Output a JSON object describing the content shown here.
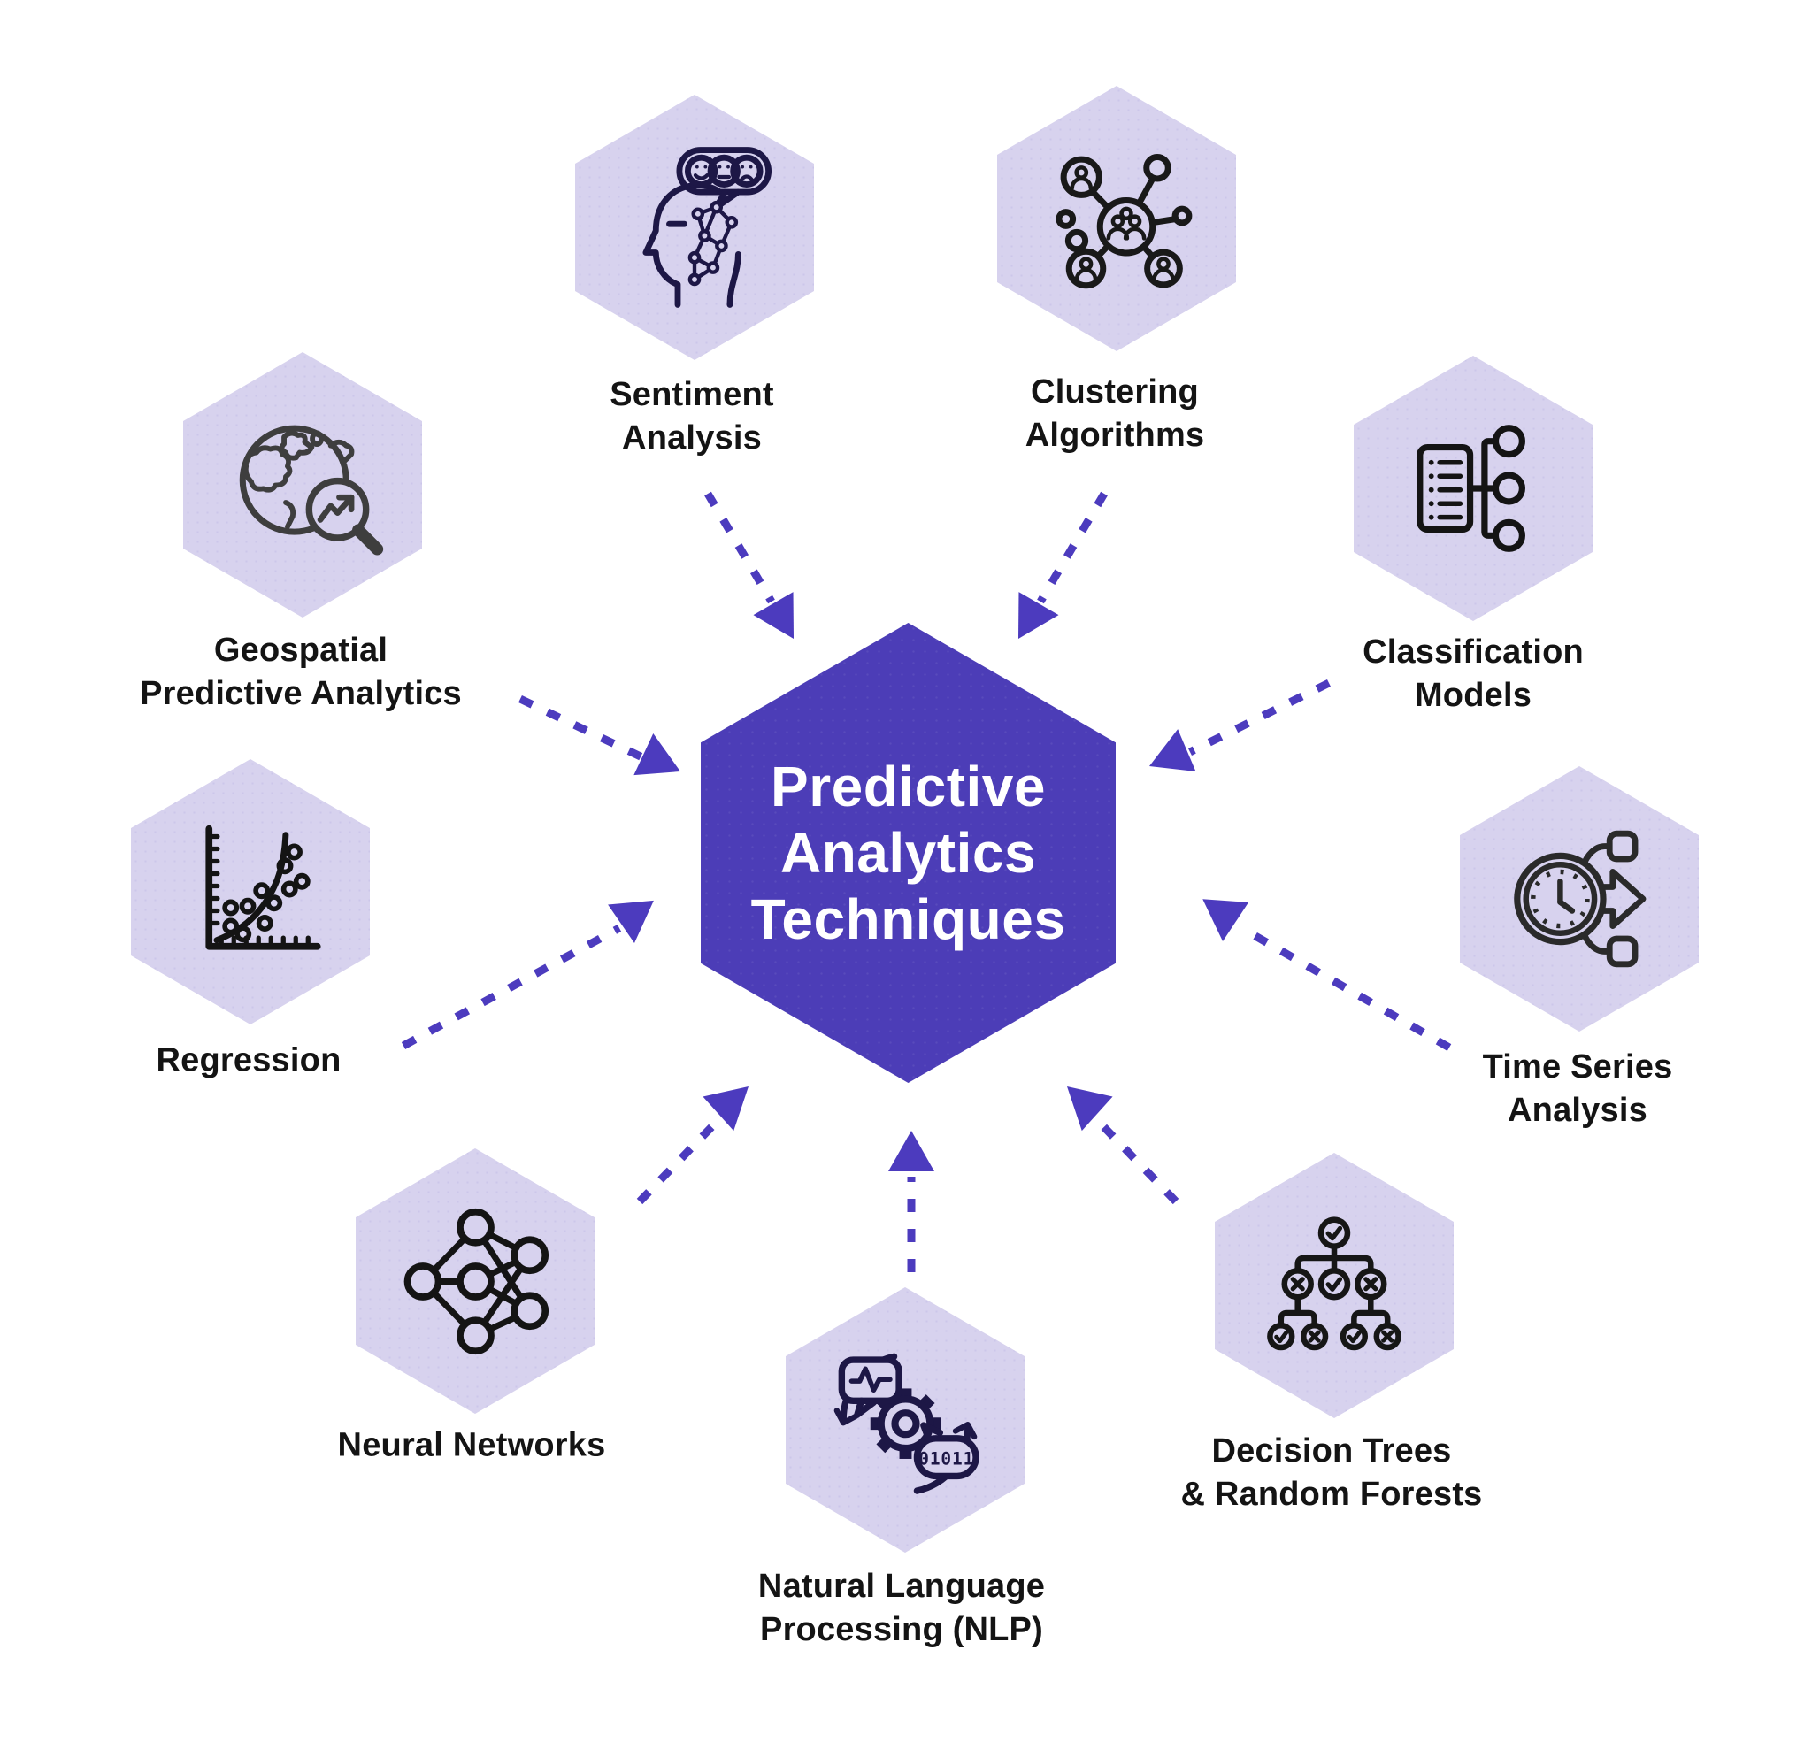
{
  "diagram": {
    "type": "hub-and-spoke",
    "center": {
      "title": "Predictive\nAnalytics\nTechniques"
    },
    "nodes": [
      {
        "id": "sentiment-analysis",
        "label": "Sentiment\nAnalysis",
        "icon": "sentiment-analysis-icon"
      },
      {
        "id": "clustering-algorithms",
        "label": "Clustering\nAlgorithms",
        "icon": "clustering-algorithms-icon"
      },
      {
        "id": "geospatial-predictive-analytics",
        "label": "Geospatial\nPredictive Analytics",
        "icon": "geospatial-globe-icon"
      },
      {
        "id": "classification-models",
        "label": "Classification\nModels",
        "icon": "classification-models-icon"
      },
      {
        "id": "regression",
        "label": "Regression",
        "icon": "regression-scatter-icon"
      },
      {
        "id": "time-series-analysis",
        "label": "Time Series\nAnalysis",
        "icon": "time-series-clock-icon"
      },
      {
        "id": "neural-networks",
        "label": "Neural Networks",
        "icon": "neural-network-icon"
      },
      {
        "id": "natural-language-processing",
        "label": "Natural Language\nProcessing (NLP)",
        "icon": "nlp-gear-icon",
        "icon_text": "01011"
      },
      {
        "id": "decision-trees-random-forests",
        "label": "Decision Trees\n& Random Forests",
        "icon": "decision-tree-icon"
      }
    ]
  },
  "colors": {
    "center_hex": "#4C3DB7",
    "satellite_hex": "#D7D2EE",
    "arrow": "#4C3BBE",
    "label_text": "#141414",
    "center_text": "#FFFFFF"
  }
}
